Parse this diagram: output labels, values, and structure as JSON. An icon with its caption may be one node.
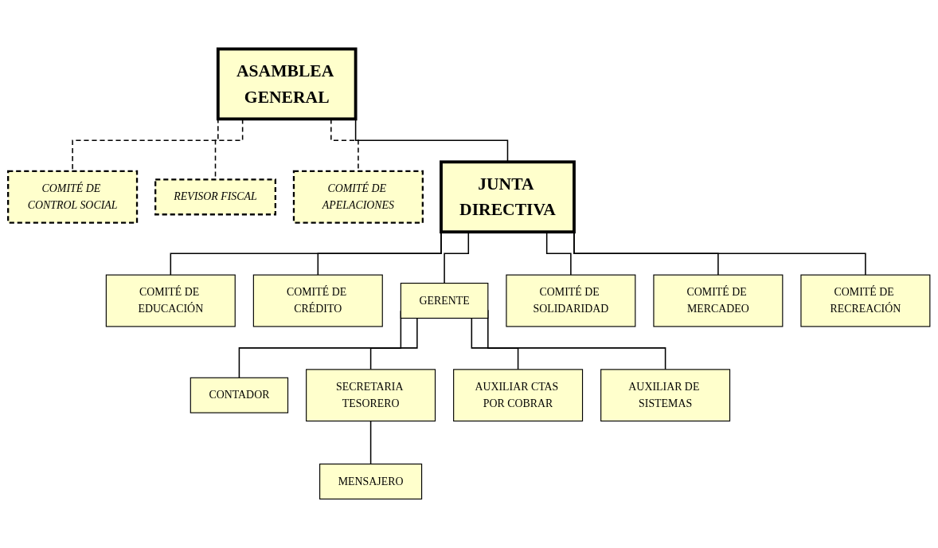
{
  "diagram": {
    "nodes": [
      {
        "text": [
          "ASAMBLEA GENERAL"
        ]
      },
      {
        "text": [
          "COMITÉ DE CONTROL SOCIAL"
        ]
      },
      {
        "text": [
          "REVISOR FISCAL"
        ]
      },
      {
        "text": [
          "COMITÉ DE APELACIONES"
        ]
      },
      {
        "text": [
          "JUNTA DIRECTIVA"
        ]
      },
      {
        "text": [
          "COMITÉ DE EDUCACIÓN"
        ]
      },
      {
        "text": [
          "COMITÉ DE CRÉDITO"
        ]
      },
      {
        "text": [
          "GERENTE"
        ]
      },
      {
        "text": [
          "COMITÉ DE SOLIDARIDAD"
        ]
      },
      {
        "text": [
          "COMITÉ DE MERCADEO"
        ]
      },
      {
        "text": [
          "COMITÉ DE RECREACIÓN"
        ]
      },
      {
        "text": [
          "CONTADOR"
        ]
      },
      {
        "text": [
          "SECRETARIA TESORERO"
        ]
      },
      {
        "text": [
          "AUXILIAR CTAS POR COBRAR"
        ]
      },
      {
        "text": [
          "AUXILIAR DE SISTEMAS"
        ]
      },
      {
        "text": [
          "MENSAJERO"
        ]
      }
    ],
    "edges": [
      {
        "from": 0,
        "to": 4,
        "arrow": "none"
      },
      {
        "from": 0,
        "to": 1,
        "arrow": "none",
        "style": "dashed"
      },
      {
        "from": 0,
        "to": 2,
        "arrow": "none",
        "style": "dashed"
      },
      {
        "from": 0,
        "to": 3,
        "arrow": "none",
        "style": "dashed"
      },
      {
        "from": 4,
        "to": 5,
        "arrow": "none"
      },
      {
        "from": 4,
        "to": 6,
        "arrow": "none"
      },
      {
        "from": 4,
        "to": 7,
        "arrow": "none"
      },
      {
        "from": 4,
        "to": 8,
        "arrow": "none"
      },
      {
        "from": 4,
        "to": 9,
        "arrow": "none"
      },
      {
        "from": 4,
        "to": 10,
        "arrow": "none"
      },
      {
        "from": 7,
        "to": 11,
        "arrow": "none"
      },
      {
        "from": 7,
        "to": 12,
        "arrow": "none"
      },
      {
        "from": 7,
        "to": 13,
        "arrow": "none"
      },
      {
        "from": 7,
        "to": 14,
        "arrow": "none"
      },
      {
        "from": 12,
        "to": 15,
        "arrow": "none"
      }
    ]
  }
}
